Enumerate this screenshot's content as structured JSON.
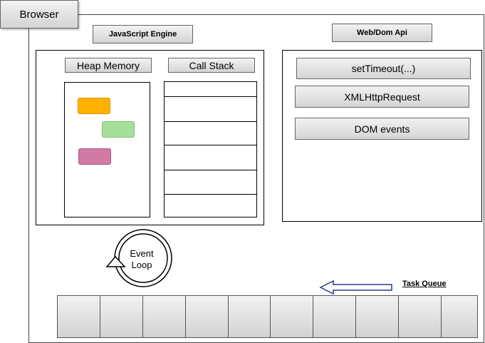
{
  "browser": {
    "label": "Browser"
  },
  "engine": {
    "title": "JavaScript Engine",
    "heap_label": "Heap Memory",
    "stack_label": "Call Stack",
    "heap_items": [
      {
        "name": "heap-item-orange",
        "color": "#ffb100"
      },
      {
        "name": "heap-item-green",
        "color": "#a5df98"
      },
      {
        "name": "heap-item-pink",
        "color": "#d17aa6"
      }
    ],
    "stack_slots": 6
  },
  "web_api": {
    "title": "Web/Dom Api",
    "items": [
      "setTimeout(...)",
      "XMLHttpRequest",
      "DOM events"
    ]
  },
  "event_loop": {
    "label": "Event\nLoop"
  },
  "task_queue": {
    "label": "Task Queue",
    "slots": 10
  }
}
